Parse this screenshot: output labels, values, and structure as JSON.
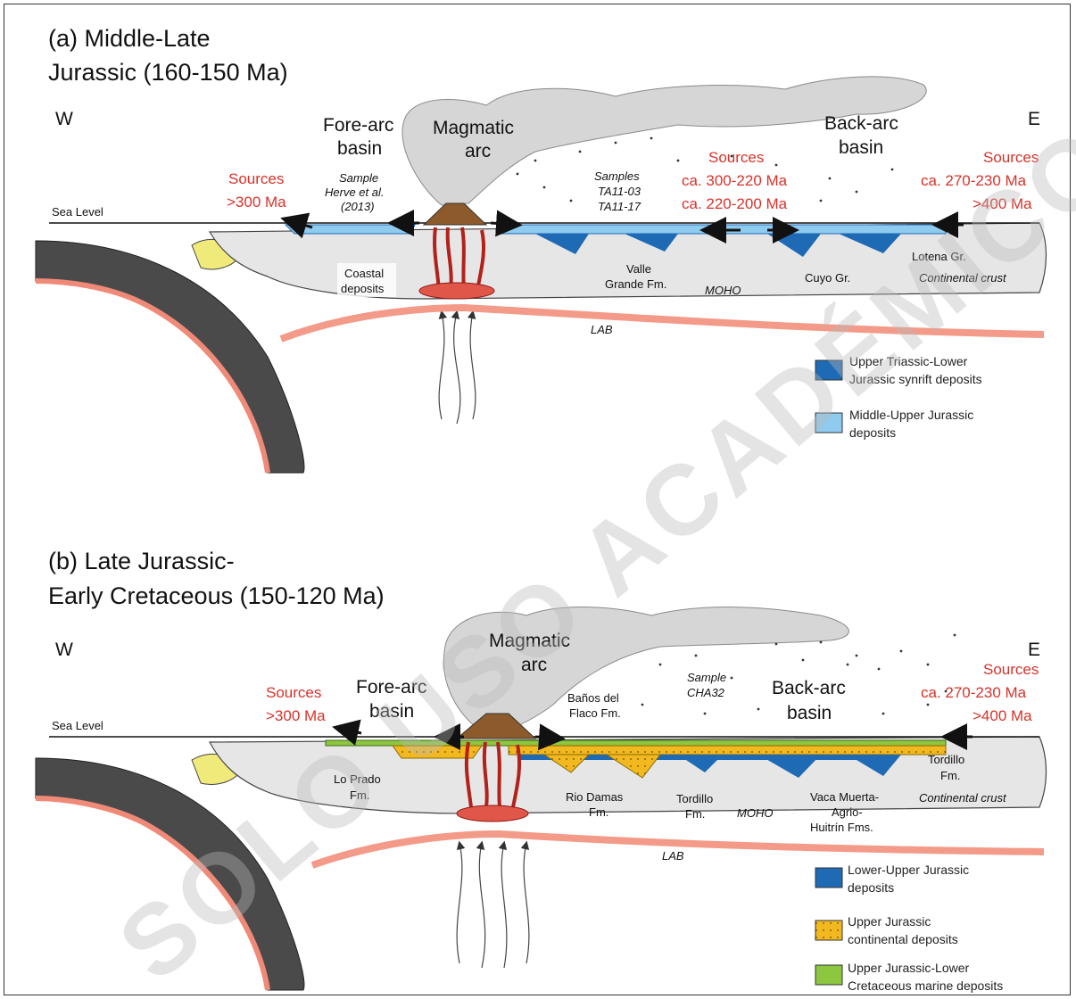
{
  "panel_a": {
    "title_line1": "(a) Middle-Late",
    "title_line2": "Jurassic (160-150 Ma)",
    "west": "W",
    "east": "E",
    "forearc_line1": "Fore-arc",
    "forearc_line2": "basin",
    "arc_line1": "Magmatic",
    "arc_line2": "arc",
    "backarc_line1": "Back-arc",
    "backarc_line2": "basin",
    "sources_west_1": "Sources",
    "sources_west_2": ">300 Ma",
    "sources_mid_1": "Sources",
    "sources_mid_2": "ca. 300-220 Ma",
    "sources_mid_3": "ca. 220-200 Ma",
    "sources_east_1": "Sources",
    "sources_east_2": "ca. 270-230 Ma",
    "sources_east_3": ">400 Ma",
    "sample_herve_1": "Sample",
    "sample_herve_2": "Herve et al.",
    "sample_herve_3": "(2013)",
    "samples_1": "Samples",
    "samples_2": "TA11-03",
    "samples_3": "TA11-17",
    "sea_level": "Sea Level",
    "coastal_1": "Coastal",
    "coastal_2": "deposits",
    "valle_1": "Valle",
    "valle_2": "Grande Fm.",
    "moho": "MOHO",
    "cuyo": "Cuyo Gr.",
    "lotena": "Lotena Gr.",
    "continental_crust": "Continental crust",
    "lab": "LAB",
    "legend": [
      {
        "line1": "Upper Triassic-Lower",
        "line2": "Jurassic synrift deposits",
        "color": "#1f6ab5"
      },
      {
        "line1": "Middle-Upper Jurassic",
        "line2": "deposits",
        "color": "#8fcbee"
      }
    ]
  },
  "panel_b": {
    "title_line1": "(b) Late Jurassic-",
    "title_line2": "Early Cretaceous (150-120 Ma)",
    "west": "W",
    "east": "E",
    "arc_line1": "Magmatic",
    "arc_line2": "arc",
    "forearc_line1": "Fore-arc",
    "forearc_line2": "basin",
    "backarc_line1": "Back-arc",
    "backarc_line2": "basin",
    "sources_west_1": "Sources",
    "sources_west_2": ">300 Ma",
    "sources_east_1": "Sources",
    "sources_east_2": "ca. 270-230 Ma",
    "sources_east_3": ">400 Ma",
    "sample_1": "Sample",
    "sample_2": "CHA32",
    "banos_1": "Baños del",
    "banos_2": "Flaco Fm.",
    "sea_level": "Sea Level",
    "lo_prado_1": "Lo Prado",
    "lo_prado_2": "Fm.",
    "rio_damas_1": "Rio Damas",
    "rio_damas_2": "Fm.",
    "tordillo_1": "Tordillo",
    "tordillo_2": "Fm.",
    "moho": "MOHO",
    "vaca_1": "Vaca Muerta-",
    "vaca_2": "Agrio-",
    "vaca_3": "Huitrín Fms.",
    "tordillo_e_1": "Tordillo",
    "tordillo_e_2": "Fm.",
    "continental_crust": "Continental crust",
    "lab": "LAB",
    "legend": [
      {
        "line1": "Lower-Upper Jurassic",
        "line2": "deposits",
        "color": "#1f6ab5"
      },
      {
        "line1": "Upper Jurassic",
        "line2": "continental deposits",
        "color": "#f2b81f"
      },
      {
        "line1": "Upper Jurassic-Lower",
        "line2": "Cretaceous marine deposits",
        "color": "#8dc63f"
      }
    ]
  },
  "watermark": "SOLO USO ACADÉMICO"
}
